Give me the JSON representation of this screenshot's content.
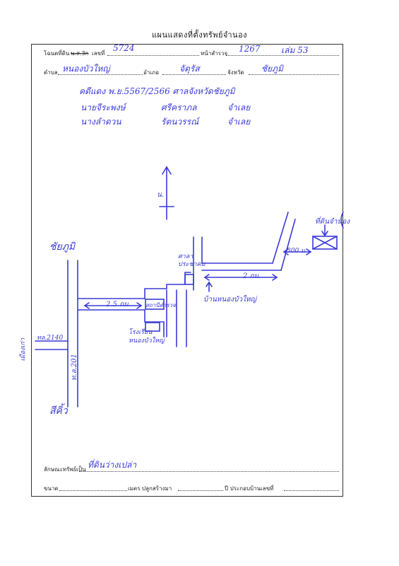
{
  "form": {
    "title": "แผนแสดงที่ตั้งทรัพย์จำนอง",
    "deed_label": "โฉนดที่ดิน",
    "deed_struck": "น.ส.3ก",
    "number_label": "เลขที่",
    "survey_label": "หน้าสำรวจ",
    "tambon_label": "ตำบล",
    "amphoe_label": "อำเภอ",
    "province_label": "จังหวัด",
    "property_label": "ลักษณะทรัพย์เป็น",
    "size_label": "ขนาด",
    "build_label": "เมตร ปลูกสร้างมา",
    "year_label": "ปี ประกอบบ้านเลขที่"
  },
  "handwriting": {
    "deed_no": "5724",
    "survey_no": "1267",
    "book_no": "เล่ม 53",
    "tambon": "หนองบัวใหญ่",
    "amphoe": "จัตุรัส",
    "province": "ชัยภูมิ",
    "line1": "คดีแดง พ.ย.5567/2566 ศาลจังหวัดชัยภูมิ",
    "line2a": "นายจีระพงษ์",
    "line2b": "ศรีคราภล",
    "line2c": "จำเลย",
    "line3a": "นางลำดวน",
    "line3b": "รัตนวรรณ์",
    "line3c": "จำเลย",
    "north": "น.",
    "city_north": "ชัยภูมิ",
    "city_south": "สีคิ้ว",
    "road_no": "ท.ล.201",
    "dist1": "2.5 กม.",
    "place1": "สถานีตำรวจ",
    "place2": "ศาลา ประชาคม",
    "dist2": "2 กม.",
    "dist3": "300 ม.",
    "village": "บ้านหนองบัวใหญ่",
    "school": "โรงเรียน หนองบัวใหญ่",
    "side_road": "ทล.2140",
    "side_town": "เมืองเก่า",
    "target": "ที่ดินจำนอง",
    "property_type": "ที่ดินว่างเปล่า"
  }
}
